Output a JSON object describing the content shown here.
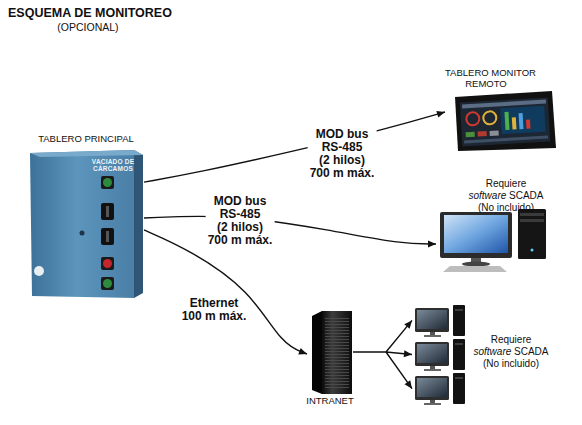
{
  "diagram": {
    "title": "ESQUEMA DE MONITOREO",
    "nodes": [
      {
        "text": [
          "TABLERO PRINCIPAL",
          "VACIADO DE CÁRCAMOS"
        ]
      },
      {
        "text": [
          "TABLERO MONITOR REMOTO"
        ]
      },
      {
        "text": [
          "Requiere software SCADA (No incluido)"
        ]
      },
      {
        "text": [
          "INTRANET"
        ]
      },
      {
        "text": [
          "Requiere software SCADA (No incluido)"
        ]
      }
    ],
    "edges": [
      {
        "from": 0,
        "to": 1,
        "arrow": "to",
        "label": "MOD bus RS-485 (2 hilos) 700 m máx."
      },
      {
        "from": 0,
        "to": 2,
        "arrow": "to",
        "label": "MOD bus RS-485 (2 hilos) 700 m máx."
      },
      {
        "from": 0,
        "to": 3,
        "arrow": "to",
        "label": "Ethernet 100 m máx."
      },
      {
        "from": 3,
        "to": 4,
        "arrow": "to"
      }
    ],
    "labels": [
      "(OPCIONAL)"
    ]
  }
}
